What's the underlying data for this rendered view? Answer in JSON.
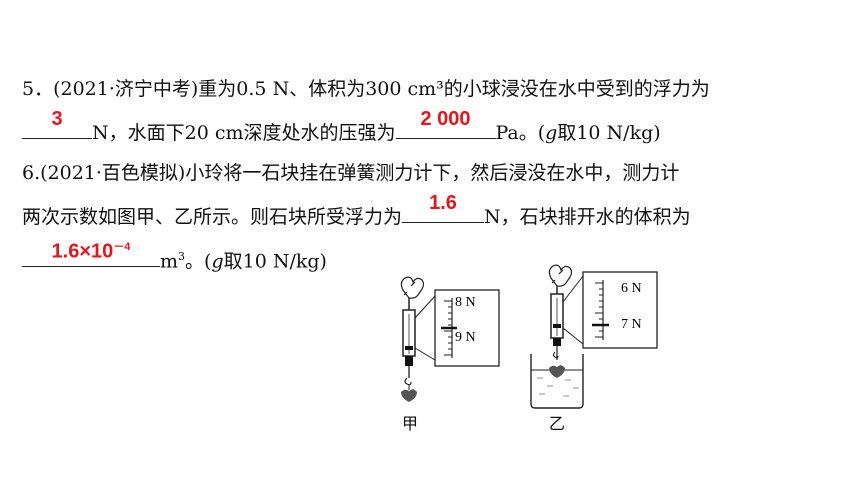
{
  "q5": {
    "line1": "5．(2021·济宁中考)重为0.5 N、体积为300 cm³的小球浸没在水中受到的浮力为",
    "text2a": "N，水面下20 cm深度处水的压强为",
    "text2b": "Pa。(",
    "g": "g",
    "text2c": "取10 N/kg)",
    "ans1": "3",
    "ans2": "2 000"
  },
  "q6": {
    "line1": "6.(2021·百色模拟)小玲将一石块挂在弹簧测力计下，然后浸没在水中，测力计",
    "line2a": "两次示数如图甲、乙所示。则石块所受浮力为",
    "line2b": "N，石块排开水的体积为",
    "line3a": "m",
    "line3sup": "3",
    "line3b": "。(",
    "g": "g",
    "line3c": "取10 N/kg)",
    "ans1": "1.6",
    "ans2_base": "1.6×10",
    "ans2_exp": "－4"
  },
  "figure": {
    "jia": {
      "caption": "甲",
      "top_label": "8 N",
      "bottom_label": "9 N"
    },
    "yi": {
      "caption": "乙",
      "top_label": "6 N",
      "bottom_label": "7 N"
    }
  }
}
